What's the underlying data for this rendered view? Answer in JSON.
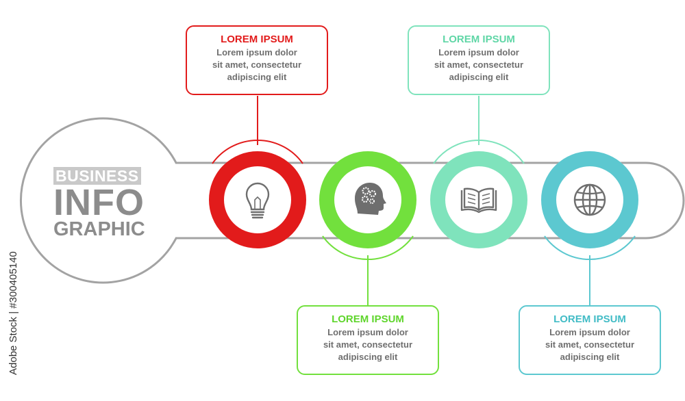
{
  "title": {
    "line1": "BUSINESS",
    "line2": "INFO",
    "line3": "GRAPHIC"
  },
  "colors": {
    "red": "#e21b1b",
    "green": "#72e03d",
    "mint": "#7fe3bc",
    "teal": "#5cc8d0",
    "gray": "#a3a3a3",
    "icon": "#6e6e6e"
  },
  "steps": [
    {
      "title": "LOREM IPSUM",
      "lines": [
        "Lorem ipsum dolor",
        "sit amet, consectetur",
        "adipiscing elit"
      ],
      "icon": "lightbulb-icon",
      "color": "#e21b1b",
      "titleColor": "#e21b1b"
    },
    {
      "title": "LOREM IPSUM",
      "lines": [
        "Lorem ipsum dolor",
        "sit amet, consectetur",
        "adipiscing elit"
      ],
      "icon": "head-gears-icon",
      "color": "#72e03d",
      "titleColor": "#5fd52c"
    },
    {
      "title": "LOREM IPSUM",
      "lines": [
        "Lorem ipsum dolor",
        "sit amet, consectetur",
        "adipiscing elit"
      ],
      "icon": "open-book-icon",
      "color": "#7fe3bc",
      "titleColor": "#5fd6a6"
    },
    {
      "title": "LOREM IPSUM",
      "lines": [
        "Lorem ipsum dolor",
        "sit amet, consectetur",
        "adipiscing elit"
      ],
      "icon": "globe-icon",
      "color": "#5cc8d0",
      "titleColor": "#42bcc6"
    }
  ],
  "watermark": "Adobe Stock | #300405140"
}
